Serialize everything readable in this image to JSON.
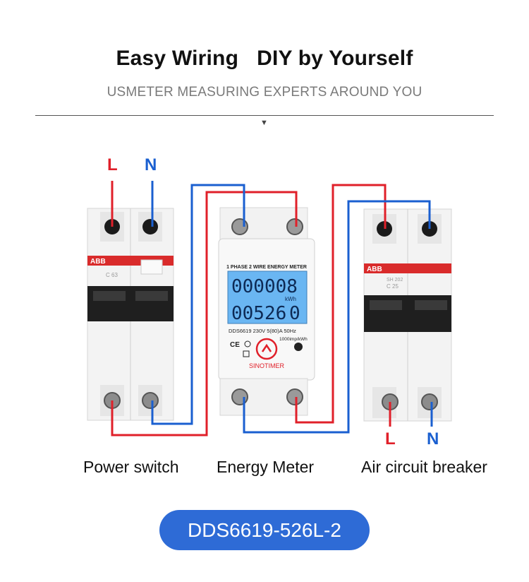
{
  "header": {
    "title_left": "Easy Wiring",
    "title_right": "DIY by Yourself",
    "subtitle": "USMETER MEASURING EXPERTS AROUND YOU"
  },
  "colors": {
    "live": "#e0202a",
    "neutral": "#1a5fd0",
    "badge": "#2e6bd6",
    "display": "#6ab6f2"
  },
  "labels": {
    "L_top": "L",
    "N_top": "N",
    "L_bottom": "L",
    "N_bottom": "N"
  },
  "power_switch": {
    "brand": "ABB",
    "rating": "C 63"
  },
  "energy_meter": {
    "header": "1 PHASE 2 WIRE ENERGY METER",
    "reading_top": "000008",
    "reading_top_dec": "8",
    "unit": "kWh",
    "reading_bottom": "00526",
    "reading_bottom_dec": "0",
    "spec": "DDS6619 230V  5(80)A  50Hz",
    "impulse": "1000imp/kWh",
    "cert": "CE",
    "brand": "SINOTIMER"
  },
  "air_breaker": {
    "brand": "ABB",
    "model": "SH 202",
    "rating": "C 25"
  },
  "captions": {
    "power_switch": "Power switch",
    "energy_meter": "Energy Meter",
    "air_breaker": "Air circuit breaker"
  },
  "model_badge": "DDS6619-526L-2"
}
